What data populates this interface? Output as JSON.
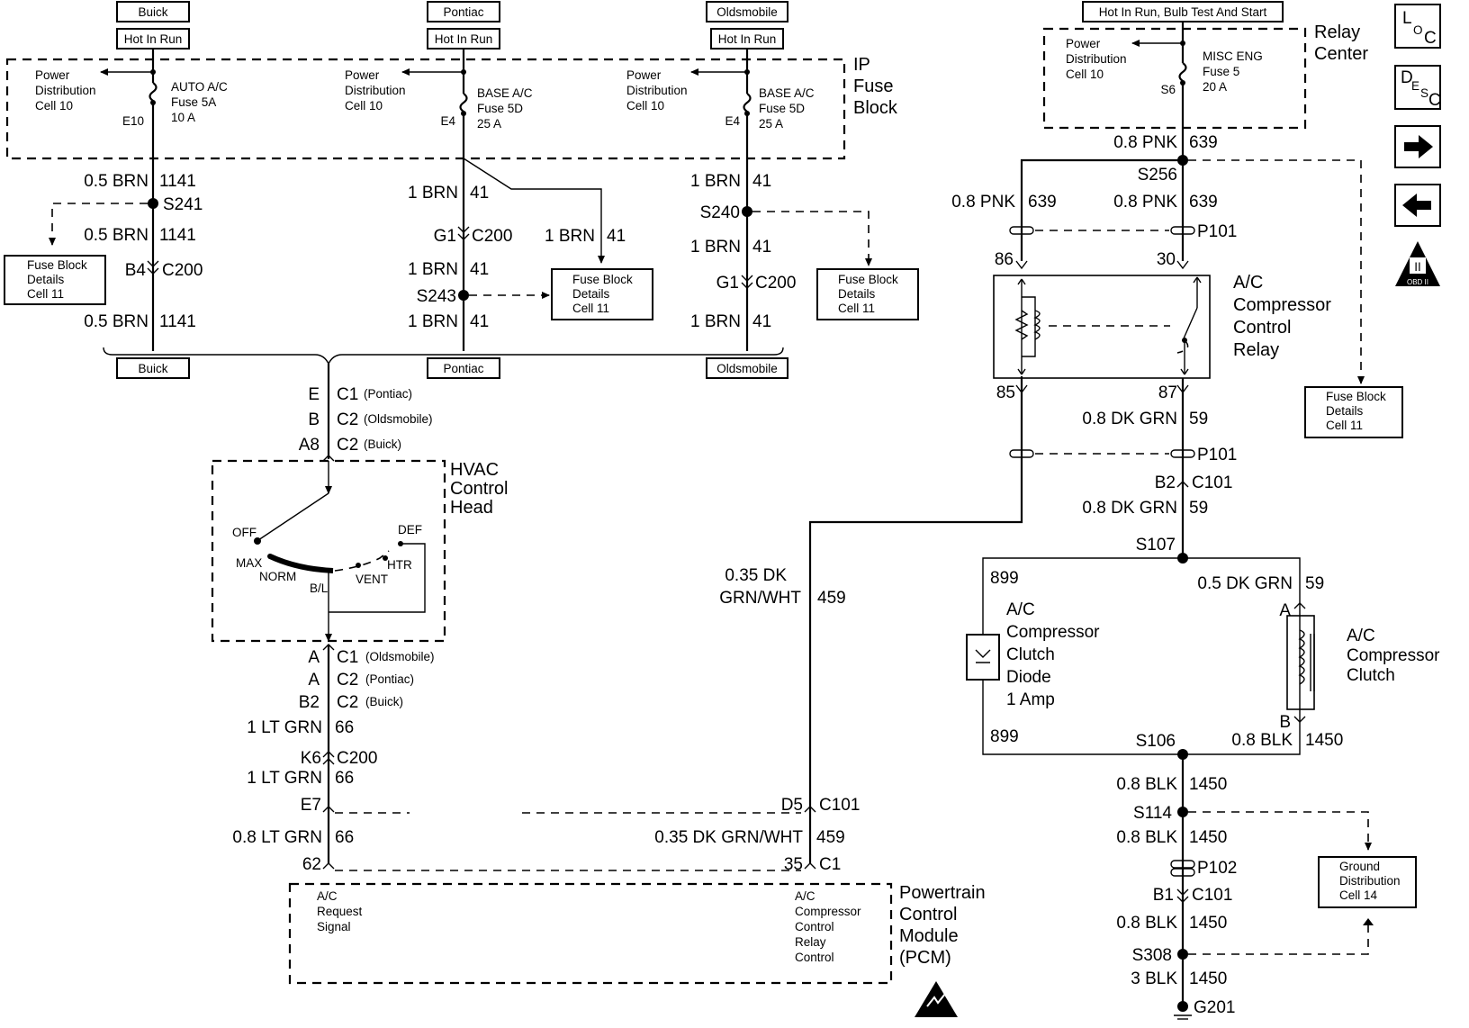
{
  "top_tags": {
    "buick": "Buick",
    "pontiac": "Pontiac",
    "oldsmobile": "Oldsmobile",
    "hot_in_run": "Hot In Run",
    "hot_relay": "Hot In Run, Bulb Test And Start"
  },
  "ip_fuse_block": {
    "line1": "IP",
    "line2": "Fuse",
    "line3": "Block"
  },
  "relay_center": {
    "line1": "Relay",
    "line2": "Center"
  },
  "pdc": {
    "line1": "Power",
    "line2": "Distribution",
    "line3": "Cell 10"
  },
  "fuses": {
    "buick": {
      "name": "AUTO A/C",
      "num": "Fuse 5A",
      "amps": "10 A",
      "cavity": "E10"
    },
    "pontiac": {
      "name": "BASE A/C",
      "num": "Fuse 5D",
      "amps": "25 A",
      "cavity": "E4"
    },
    "olds": {
      "name": "BASE A/C",
      "num": "Fuse 5D",
      "amps": "25 A",
      "cavity": "E4"
    },
    "misc": {
      "name": "MISC ENG",
      "num": "Fuse 5",
      "amps": "20 A",
      "cavity": "S6"
    }
  },
  "fuse_block_details": {
    "line1": "Fuse Block",
    "line2": "Details",
    "line3": "Cell 11"
  },
  "ground_details": {
    "line1": "Ground",
    "line2": "Distribution",
    "line3": "Cell 14"
  },
  "wires": {
    "brn05": "0.5 BRN",
    "c1141": "1141",
    "brn1": "1 BRN",
    "c41": "41",
    "pnk08": "0.8 PNK",
    "c639": "639",
    "dkgrn08": "0.8 DK GRN",
    "dkgrn05": "0.5 DK GRN",
    "c59": "59",
    "dkgrnwht_a": "0.35 DK",
    "dkgrnwht_b": "GRN/WHT",
    "dkgrnwht_full": "0.35 DK GRN/WHT",
    "c459": "459",
    "ltgrn1": "1 LT GRN",
    "ltgrn08": "0.8 LT GRN",
    "c66": "66",
    "blk08": "0.8 BLK",
    "blk3": "3 BLK",
    "c1450": "1450",
    "c899": "899"
  },
  "splices": {
    "s241": "S241",
    "s243": "S243",
    "s240": "S240",
    "s256": "S256",
    "s107": "S107",
    "s106": "S106",
    "s114": "S114",
    "s308": "S308",
    "g201": "G201"
  },
  "connectors": {
    "b4": "B4",
    "g1": "G1",
    "c200": "C200",
    "p101": "P101",
    "p102": "P102",
    "b2": "B2",
    "b1": "B1",
    "c101": "C101",
    "k6": "K6",
    "e7": "E7",
    "d5": "D5",
    "c1": "C1",
    "c2": "C2",
    "e": "E",
    "b": "B",
    "a8": "A8",
    "a": "A",
    "b2b": "B2",
    "p62": "62",
    "p35": "35",
    "p86": "86",
    "p30": "30",
    "p85": "85",
    "p87": "87",
    "pA": "A",
    "pB": "B",
    "pontiac_p": "(Pontiac)",
    "olds_p": "(Oldsmobile)",
    "buick_p": "(Buick)"
  },
  "hvac": {
    "line1": "HVAC",
    "line2": "Control",
    "line3": "Head",
    "off": "OFF",
    "max": "MAX",
    "norm": "NORM",
    "bl": "B/L",
    "vent": "VENT",
    "htr": "HTR",
    "def": "DEF"
  },
  "relay": {
    "line1": "A/C",
    "line2": "Compressor",
    "line3": "Control",
    "line4": "Relay"
  },
  "diode": {
    "line1": "A/C",
    "line2": "Compressor",
    "line3": "Clutch",
    "line4": "Diode",
    "line5": "1 Amp"
  },
  "clutch": {
    "line1": "A/C",
    "line2": "Compressor",
    "line3": "Clutch"
  },
  "pcm": {
    "line1": "Powertrain",
    "line2": "Control",
    "line3": "Module",
    "line4": "(PCM)",
    "req1": "A/C",
    "req2": "Request",
    "req3": "Signal",
    "ctl1": "A/C",
    "ctl2": "Compressor",
    "ctl3": "Control",
    "ctl4": "Relay",
    "ctl5": "Control"
  },
  "nav": {
    "loc": {
      "l": "L",
      "o": "O",
      "c": "C"
    },
    "desc": {
      "d": "D",
      "e": "E",
      "s": "S",
      "c": "C"
    },
    "obd": "OBD II"
  }
}
